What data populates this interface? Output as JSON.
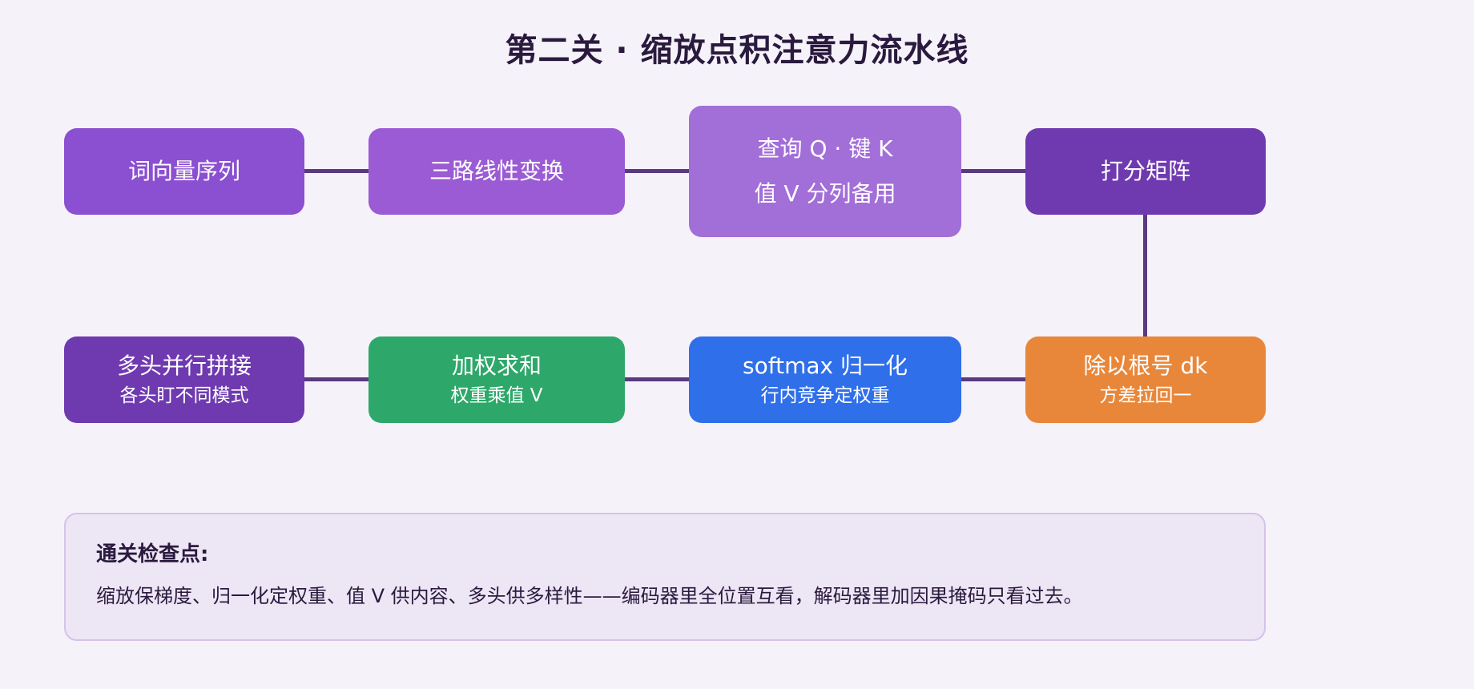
{
  "title": "第二关 · 缩放点积注意力流水线",
  "nodes": {
    "tokens": {
      "main": "词向量序列",
      "color": "#8b4fd1"
    },
    "linear": {
      "main": "三路线性变换",
      "color": "#9b5bd4"
    },
    "qkv": {
      "line1": "查询 Q · 键 K",
      "line2": "值 V 分列备用",
      "color": "#a26ed8"
    },
    "scores": {
      "main": "打分矩阵",
      "color": "#6f3ab0"
    },
    "scale": {
      "main": "除以根号 dk",
      "sub": "方差拉回一",
      "color": "#e8873a"
    },
    "softmax": {
      "main": "softmax 归一化",
      "sub": "行内竞争定权重",
      "color": "#2f6fea"
    },
    "weighted": {
      "main": "加权求和",
      "sub": "权重乘值 V",
      "color": "#2ea86a"
    },
    "multihead": {
      "main": "多头并行拼接",
      "sub": "各头盯不同模式",
      "color": "#6f3ab0"
    }
  },
  "checkpoint": {
    "title": "通关检查点:",
    "text": "缩放保梯度、归一化定权重、值 V 供内容、多头供多样性——编码器里全位置互看，解码器里加因果掩码只看过去。"
  },
  "colors": {
    "connector": "#5a3a80",
    "background": "#f6f2fa",
    "title": "#2a1a3e"
  }
}
